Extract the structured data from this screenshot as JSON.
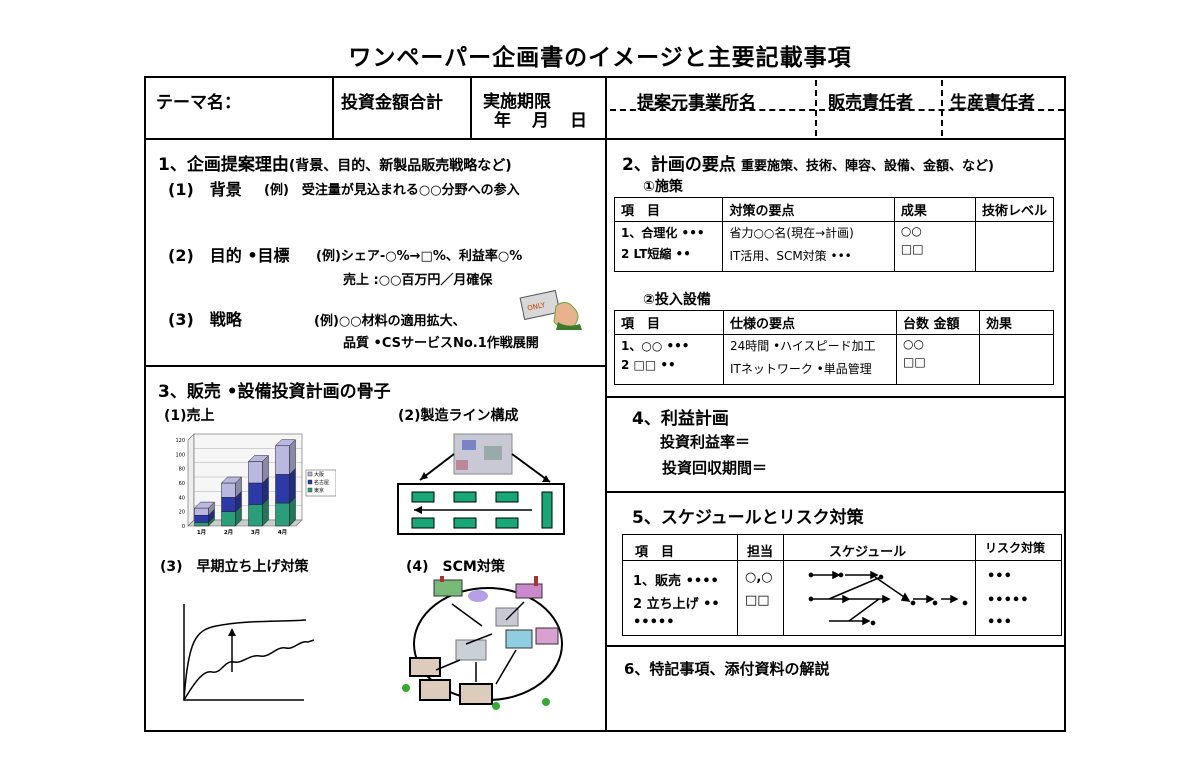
{
  "title": "ワンペーパー企画書のイメージと主要記載事項",
  "header": {
    "theme_label": "テーマ名：",
    "invest_total": "投資金額合計",
    "period_label": "実施期限",
    "period_date": "年　月　日",
    "proposer": "提案元事業所名",
    "sales_mgr": "販売責任者",
    "prod_mgr": "生産責任者"
  },
  "sec1": {
    "heading": "1、企画提案理由",
    "heading_note": "(背景、目的、新製品販売戦略など)",
    "bg_label": "(1)　背景",
    "bg_text": "(例)　受注量が見込まれる○○分野への参入",
    "goal_label": "(2)　目的 •目標",
    "goal_text1": "(例)シェア-○%→□%、利益率○%",
    "goal_text2": "売上 :○○百万円／月確保",
    "strat_label": "(3)　戦略",
    "strat_text1": "(例)○○材料の適用拡大、",
    "strat_text2": "品質 •CSサービスNo.1作戦展開"
  },
  "sec2": {
    "heading": "2、計画の要点",
    "heading_note": "重要施策、技術、陣容、設備、金額、など)",
    "sub1": "①施策",
    "t1_head": [
      "項　目",
      "対策の要点",
      "成果",
      "技術レベル"
    ],
    "t1_rows": [
      [
        "1、合理化 •••",
        "省力○○名(現在→計画)",
        "○○",
        ""
      ],
      [
        "2 LT短縮 ••",
        "IT活用、SCM対策 •••",
        "□□",
        ""
      ]
    ],
    "sub2": "②投入設備",
    "t2_head": [
      "項　目",
      "仕様の要点",
      "台数 金額",
      "効果"
    ],
    "t2_rows": [
      [
        "1、○○ •••",
        "24時間 •ハイスピード加工",
        "○○",
        ""
      ],
      [
        "2 □□ ••",
        "ITネットワーク •単品管理",
        "□□",
        ""
      ]
    ]
  },
  "sec3": {
    "heading": "3、販売 •設備投資計画の骨子",
    "c1": "(1)売上",
    "c2": "(2)製造ライン構成",
    "c3": "(3)　早期立ち上げ対策",
    "c4": "(4)　SCM対策"
  },
  "chart_data": {
    "type": "bar",
    "categories": [
      "1月",
      "2月",
      "3月",
      "4月"
    ],
    "series": [
      {
        "name": "大阪",
        "values": [
          10,
          20,
          30,
          40
        ],
        "color": "#b8b8e0"
      },
      {
        "name": "名古屋",
        "values": [
          10,
          20,
          30,
          40
        ],
        "color": "#2c3aa8"
      },
      {
        "name": "東京",
        "values": [
          5,
          20,
          30,
          32
        ],
        "color": "#2a9e7a"
      }
    ],
    "yticks": [
      "0",
      "20",
      "40",
      "60",
      "80",
      "100",
      "120"
    ],
    "ylim": [
      0,
      120
    ]
  },
  "sec4": {
    "heading": "4、利益計画",
    "line1": "投資利益率＝",
    "line2": "投資回収期間＝"
  },
  "sec5": {
    "heading": "5、スケジュールとリスク対策",
    "head": [
      "項　目",
      "担当",
      "スケジュール",
      "リスク対策"
    ],
    "items": [
      "1、販売 ••••",
      "2 立ち上げ ••",
      "•••••"
    ],
    "owners": [
      "○,○",
      "□□"
    ],
    "risks": [
      "•••",
      "•••••",
      "•••"
    ]
  },
  "sec6": {
    "heading": "6、特記事項、添付資料の解説"
  }
}
